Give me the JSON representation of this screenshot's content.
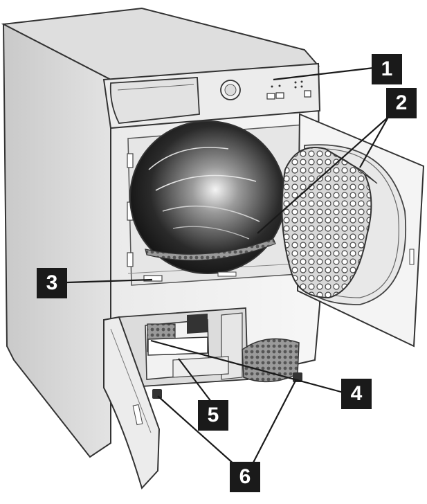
{
  "callouts": [
    {
      "number": "1"
    },
    {
      "number": "2"
    },
    {
      "number": "3"
    },
    {
      "number": "4"
    },
    {
      "number": "5"
    },
    {
      "number": "6"
    }
  ]
}
